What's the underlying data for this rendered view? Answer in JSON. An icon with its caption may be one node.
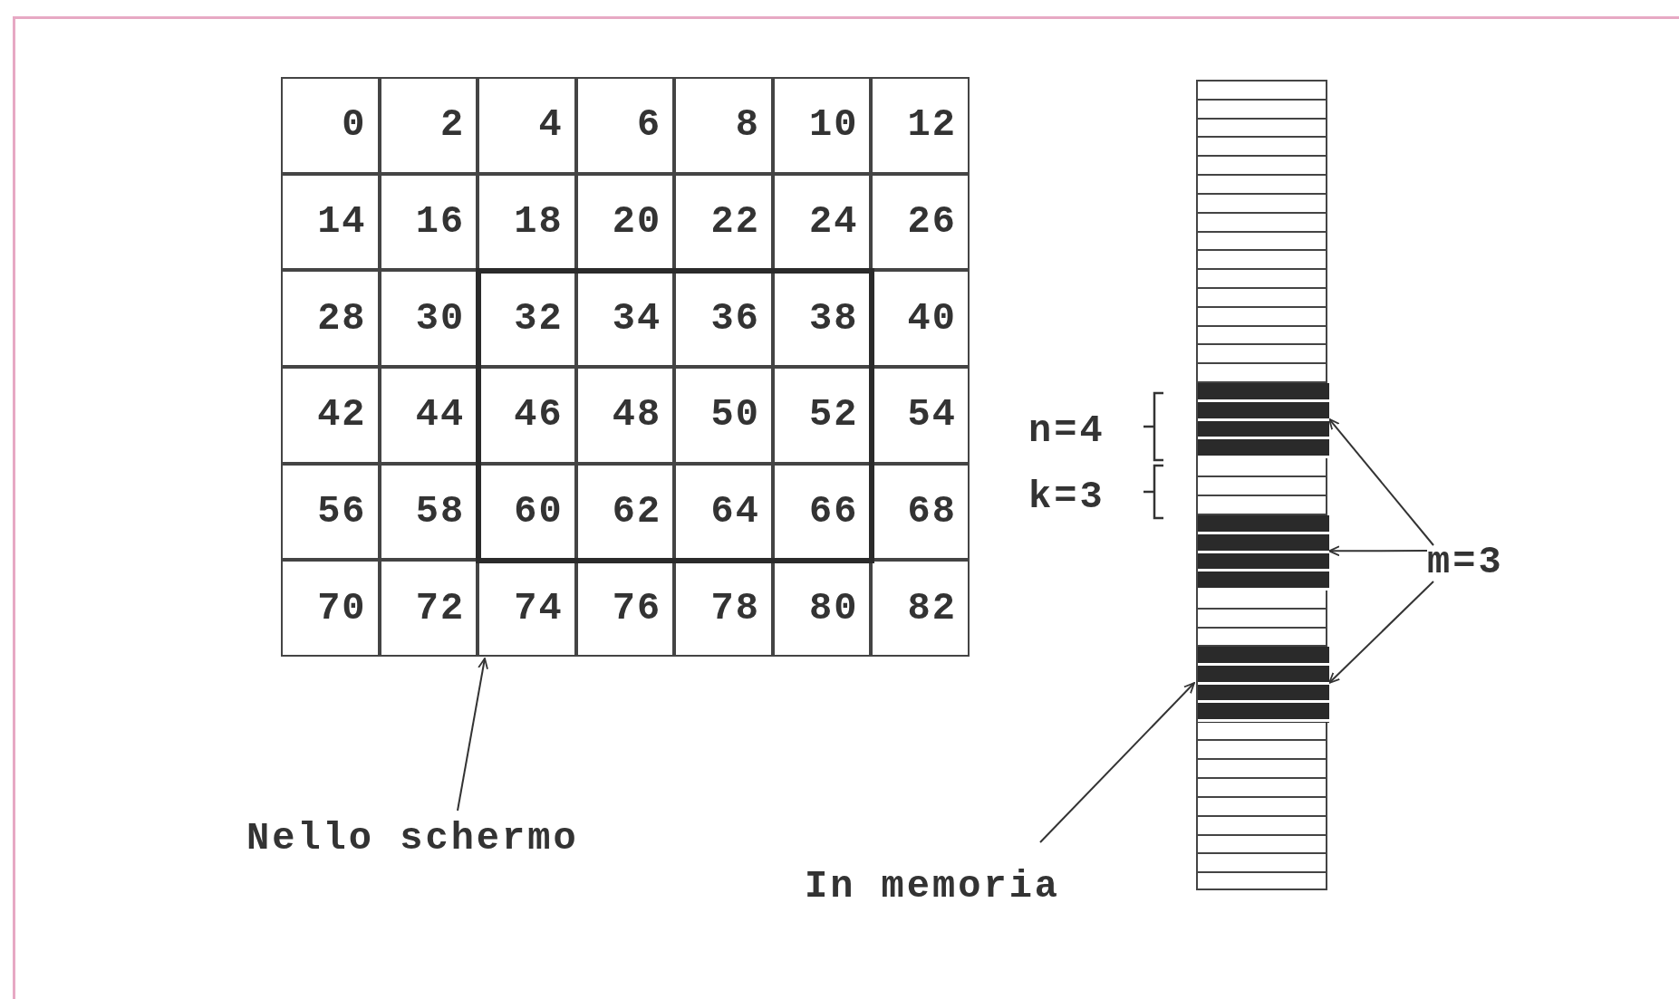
{
  "diagram": {
    "nodes": [
      {
        "text": [],
        "shape": "box"
      },
      {
        "text": [],
        "shape": "bar"
      },
      {
        "text": [],
        "shape": "bar",
        "in": 1
      },
      {
        "text": [],
        "shape": "bar",
        "in": 1
      },
      {
        "text": [],
        "shape": "bar",
        "in": 1
      },
      {
        "text": [
          "m=3"
        ]
      },
      {
        "text": [
          "Nello schermo"
        ]
      },
      {
        "text": [
          "In memoria"
        ]
      }
    ],
    "edges": [
      {
        "from": 5,
        "to": 2,
        "arrow": "to"
      },
      {
        "from": 5,
        "to": 3,
        "arrow": "to"
      },
      {
        "from": 5,
        "to": 4,
        "arrow": "to"
      },
      {
        "from": 6,
        "to": 0,
        "arrow": "to"
      },
      {
        "from": 7,
        "to": 1,
        "arrow": "to"
      }
    ],
    "labels": [
      "0",
      "2",
      "4",
      "6",
      "8",
      "10",
      "12",
      "14",
      "16",
      "18",
      "20",
      "22",
      "24",
      "26",
      "28",
      "30",
      "32",
      "34",
      "36",
      "38",
      "40",
      "42",
      "44",
      "46",
      "48",
      "50",
      "52",
      "54",
      "56",
      "58",
      "60",
      "62",
      "64",
      "66",
      "68",
      "70",
      "72",
      "74",
      "76",
      "78",
      "80",
      "82",
      "n=4",
      "k=3"
    ]
  }
}
